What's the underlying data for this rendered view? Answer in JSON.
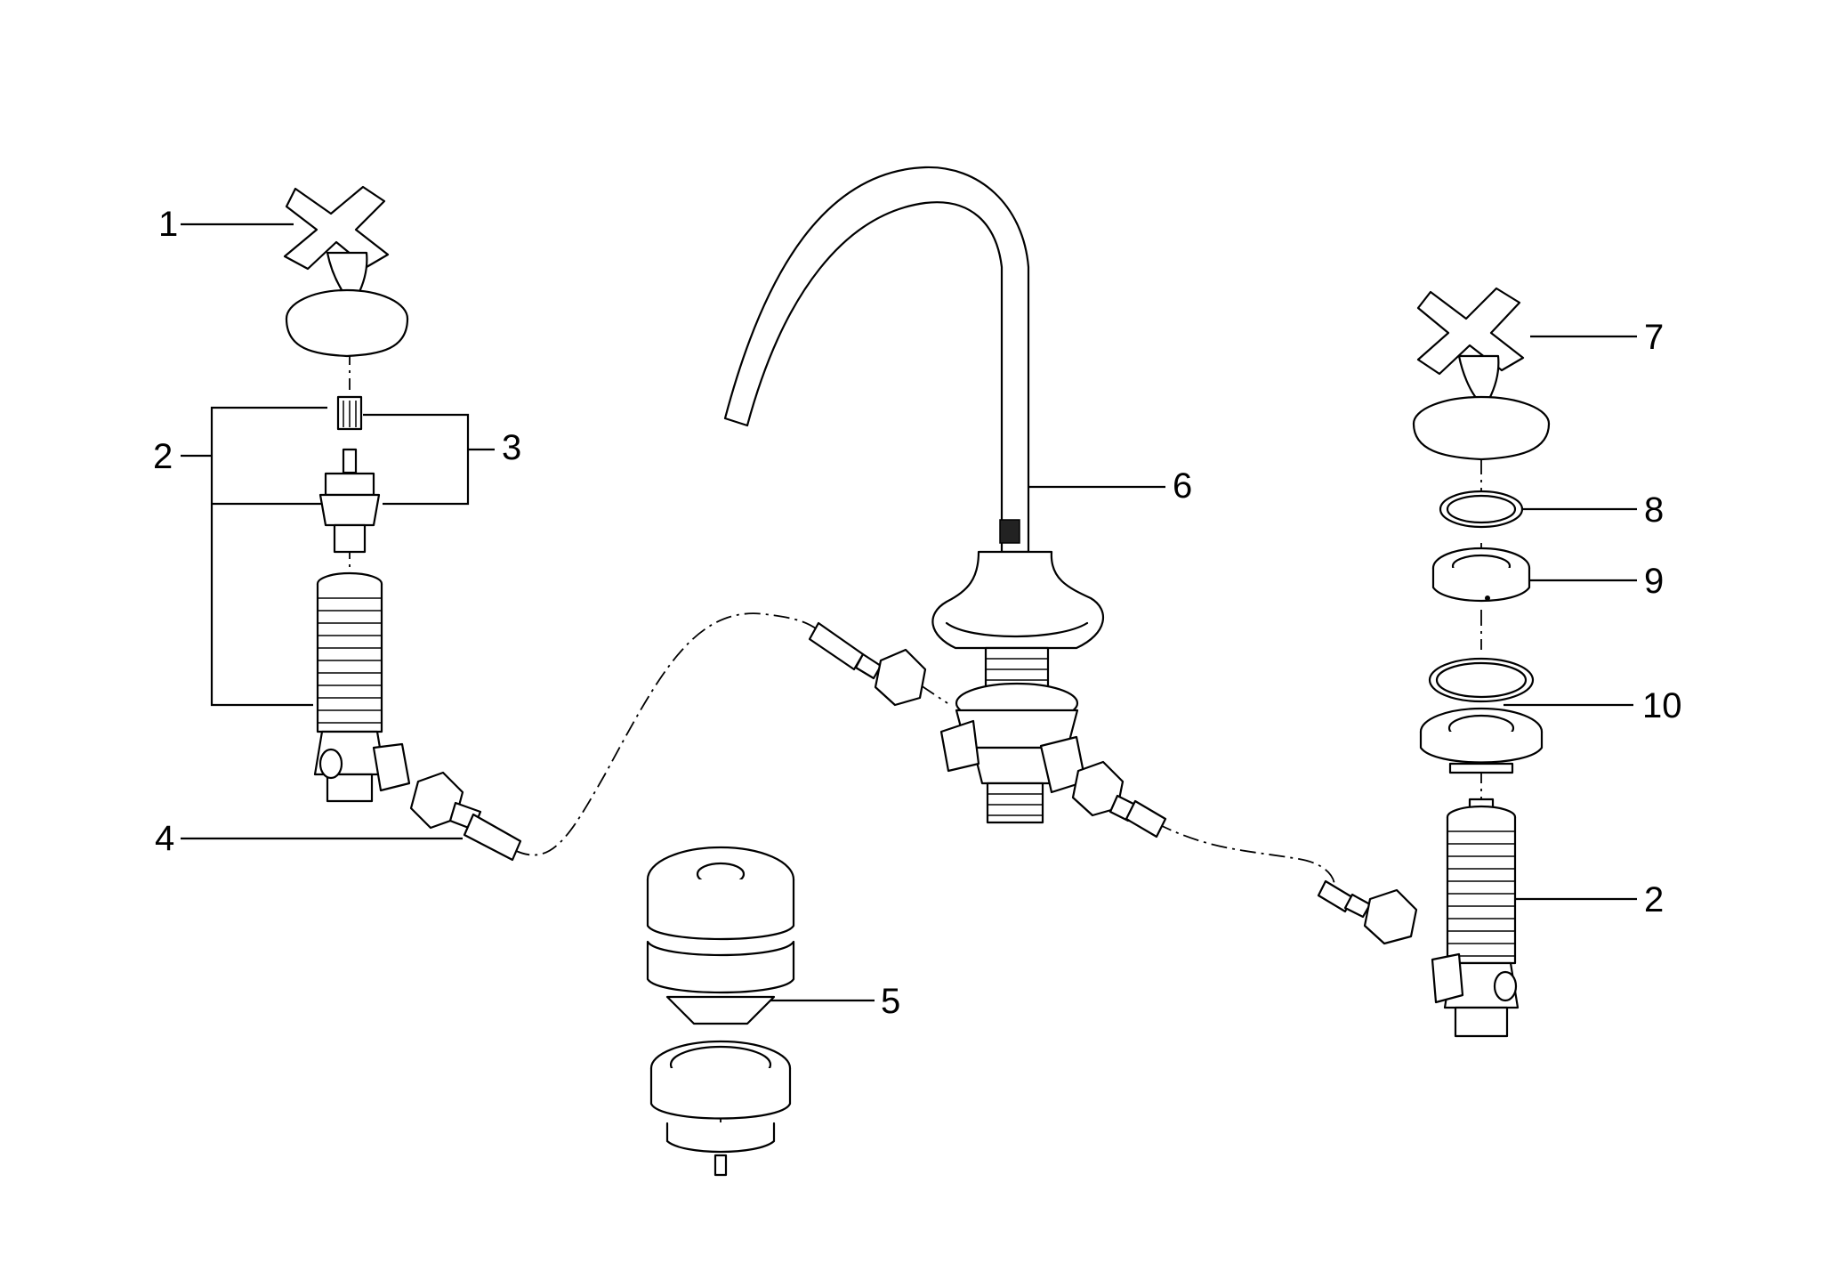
{
  "callouts": [
    {
      "id": "c1",
      "text": "1"
    },
    {
      "id": "c2a",
      "text": "2"
    },
    {
      "id": "c3",
      "text": "3"
    },
    {
      "id": "c4",
      "text": "4"
    },
    {
      "id": "c5",
      "text": "5"
    },
    {
      "id": "c6",
      "text": "6"
    },
    {
      "id": "c7",
      "text": "7"
    },
    {
      "id": "c8",
      "text": "8"
    },
    {
      "id": "c9",
      "text": "9"
    },
    {
      "id": "c10",
      "text": "10"
    },
    {
      "id": "c2b",
      "text": "2"
    }
  ],
  "colors": {
    "line": "#000000",
    "background": "#ffffff"
  }
}
